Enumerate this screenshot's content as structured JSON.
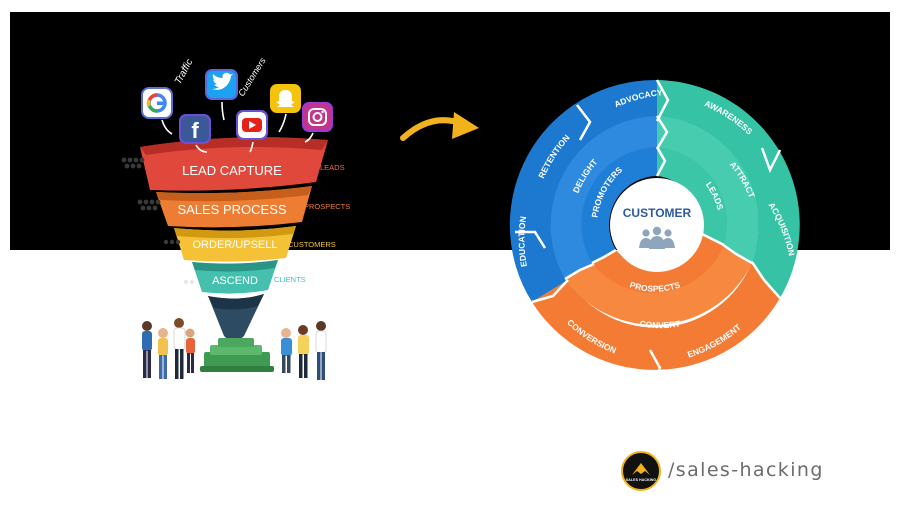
{
  "funnel": {
    "inputs": [
      "Traffic",
      "Customers"
    ],
    "stages": [
      {
        "label": "LEAD CAPTURE",
        "side_label": "LEADS",
        "color": "#e1483c"
      },
      {
        "label": "SALES PROCESS",
        "side_label": "PROSPECTS",
        "color": "#ee7d34"
      },
      {
        "label": "ORDER/UPSELL",
        "side_label": "CUSTOMERS",
        "color": "#f5c237"
      },
      {
        "label": "ASCEND",
        "side_label": "CLIENTS",
        "color": "#45bfae"
      }
    ],
    "social_icons": [
      "google-icon",
      "twitter-icon",
      "facebook-icon",
      "youtube-icon",
      "snapchat-icon",
      "instagram-icon"
    ]
  },
  "cycle": {
    "center_label": "CUSTOMER",
    "center_icon": "people-icon",
    "colors": {
      "blue": "#1d78cf",
      "teal": "#36c2a4",
      "orange": "#f47b33"
    },
    "outer": [
      "ADVOCACY",
      "RETENTION",
      "EDUCATION",
      "CONVERSION",
      "ENGAGEMENT",
      "ACQUISITION",
      "AWARENESS"
    ],
    "middle": [
      "DELIGHT",
      "CONVERT",
      "ATTRACT"
    ],
    "inner": [
      "PROMOTERS",
      "PROSPECTS",
      "LEADS"
    ]
  },
  "brand": {
    "logo_text": "SALES HACKING",
    "handle": "/sales-hacking"
  }
}
